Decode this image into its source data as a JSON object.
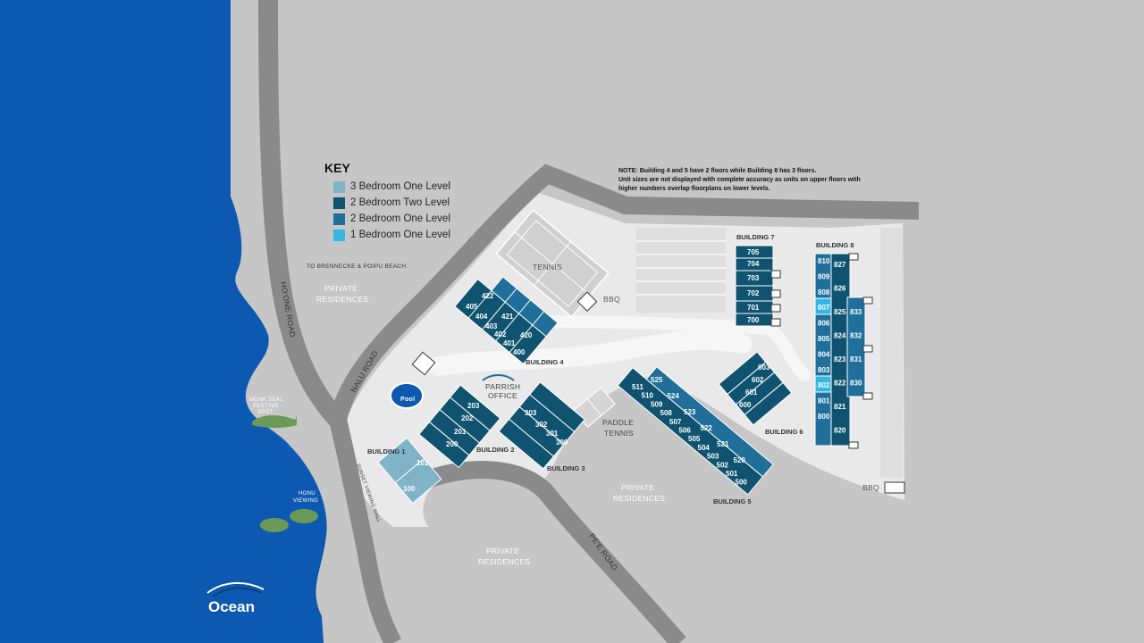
{
  "colors": {
    "ocean": "#0d58b0",
    "land": "#c6c6c6",
    "road": "#8a8a8a",
    "grounds": "#e9e9e9",
    "three_bed_one_level": "#7fb3c8",
    "two_bed_two_level": "#0f5370",
    "two_bed_one_level": "#1f6f9a",
    "one_bed_one_level": "#35b7e6",
    "turtle": "#6a9a57"
  },
  "key": {
    "title": "KEY",
    "items": [
      {
        "label": "3 Bedroom One Level",
        "color": "#7fb3c8"
      },
      {
        "label": "2 Bedroom Two Level",
        "color": "#0f5370"
      },
      {
        "label": "2 Bedroom One Level",
        "color": "#1f6f9a"
      },
      {
        "label": "1 Bedroom One Level",
        "color": "#35b7e6"
      }
    ]
  },
  "note": {
    "line1": "NOTE: Building 4 and 5 have 2 floors while Building 8 has 3 floors.",
    "line2": "Unit sizes are not displayed with complete accuracy as units on upper floors with",
    "line3": "higher numbers overlap floorplans on lower levels."
  },
  "labels": {
    "private_1": "PRIVATE",
    "private_1b": "RESIDENCES",
    "private_2": "PRIVATE",
    "private_2b": "RESIDENCES",
    "private_3": "PRIVATE",
    "private_3b": "RESIDENCES",
    "to_beach": "TO BRENNECKE & POIPU BEACH",
    "hoone_road": "HO'ONE ROAD",
    "nalu_road": "NALU ROAD",
    "pee_road": "PE'E ROAD",
    "sunset_walk": "SUNSET VIEWING WALL",
    "monk_seal_1": "MONK SEAL",
    "monk_seal_2": "RESTING",
    "monk_seal_3": "SPOT",
    "honu_1": "HONU",
    "honu_2": "VIEWING",
    "ocean": "Ocean",
    "tennis": "TENNIS",
    "bbq_1": "BBQ",
    "bbq_2": "BBQ",
    "pool": "Pool",
    "parrish_1": "PARRISH",
    "parrish_2": "OFFICE",
    "paddle_1": "PADDLE",
    "paddle_2": "TENNIS"
  },
  "buildings": {
    "b1": "BUILDING 1",
    "b2": "BUILDING 2",
    "b3": "BUILDING 3",
    "b4": "BUILDING 4",
    "b5": "BUILDING 5",
    "b6": "BUILDING 6",
    "b7": "BUILDING 7",
    "b8": "BUILDING 8"
  },
  "units": {
    "b1": [
      "101",
      "100"
    ],
    "b2": [
      "203",
      "202",
      "201",
      "200"
    ],
    "b3": [
      "303",
      "302",
      "301",
      "300"
    ],
    "b4": [
      "405",
      "404",
      "403",
      "402",
      "401",
      "400",
      "422",
      "421",
      "420"
    ],
    "b5": [
      "511",
      "510",
      "509",
      "508",
      "507",
      "506",
      "505",
      "504",
      "503",
      "502",
      "501",
      "500",
      "525",
      "524",
      "523",
      "522",
      "521",
      "520"
    ],
    "b6": [
      "603",
      "602",
      "601",
      "600"
    ],
    "b7": [
      "705",
      "704",
      "703",
      "702",
      "701",
      "700"
    ],
    "b8_left": [
      "810",
      "809",
      "808",
      "807",
      "806",
      "805",
      "804",
      "803",
      "802",
      "801",
      "800"
    ],
    "b8_mid": [
      "827",
      "826",
      "825",
      "824",
      "823",
      "822",
      "821",
      "820"
    ],
    "b8_right": [
      "833",
      "832",
      "831",
      "830"
    ]
  }
}
